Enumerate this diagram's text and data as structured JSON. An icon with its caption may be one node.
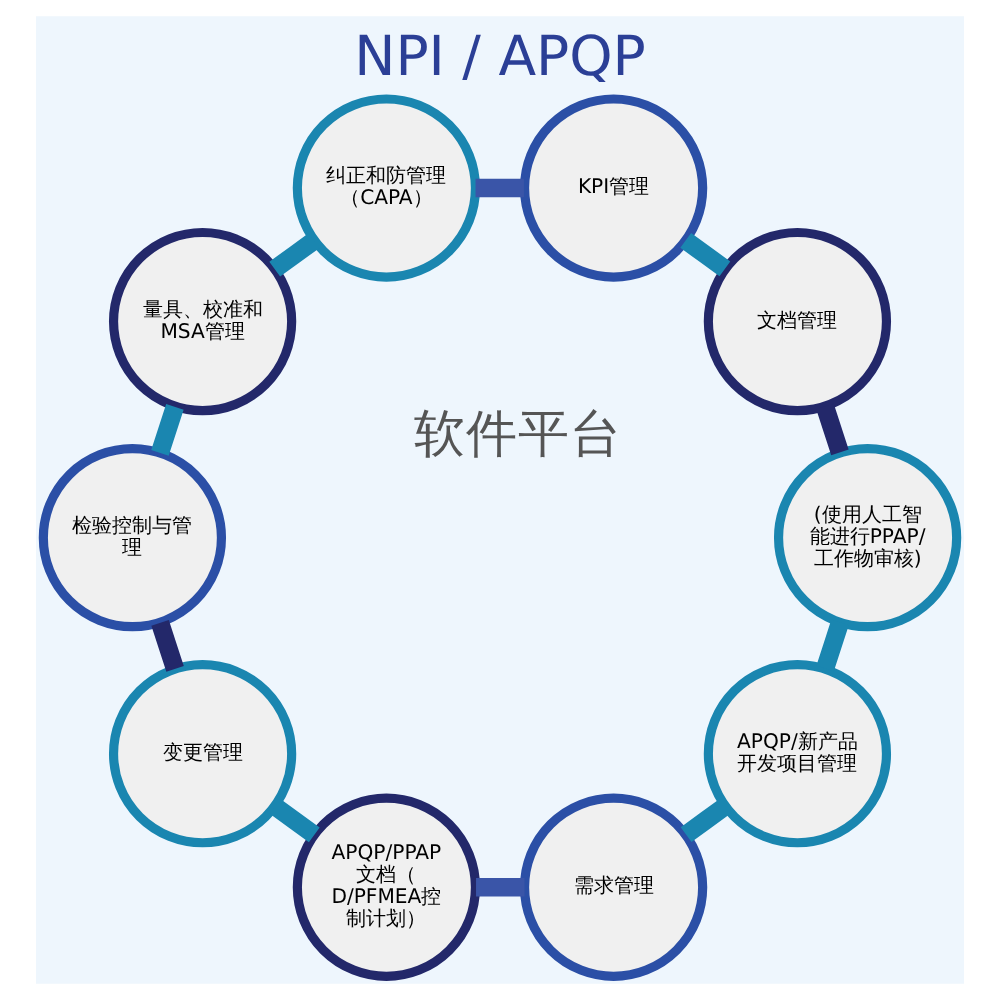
{
  "diagram": {
    "title": "NPI / APQP",
    "nodes": [
      {
        "text": [
          "APQP/新产品开发项目管理"
        ]
      },
      {
        "text": [
          "需求管理"
        ]
      },
      {
        "text": [
          "APQP/PPAP文档（D/PFMEA控制计划）"
        ]
      },
      {
        "text": [
          "变更管理"
        ]
      },
      {
        "text": [
          "检验控制与管理"
        ]
      },
      {
        "text": [
          "量具、校准和MSA管理"
        ]
      },
      {
        "text": [
          "纠正和防管理（CAPA）"
        ]
      },
      {
        "text": [
          "KPI管理"
        ]
      },
      {
        "text": [
          "文档管理"
        ]
      },
      {
        "text": [
          "(使用人工智能进行PPAP/工作物审核)"
        ]
      }
    ],
    "edges": [
      {
        "from": 0,
        "to": 1,
        "arrow": "none"
      },
      {
        "from": 1,
        "to": 2,
        "arrow": "none",
        "color": "#3a55a8"
      },
      {
        "from": 2,
        "to": 3,
        "arrow": "none"
      },
      {
        "from": 3,
        "to": 4,
        "arrow": "none",
        "color": "#23286a"
      },
      {
        "from": 4,
        "to": 5,
        "arrow": "none"
      },
      {
        "from": 5,
        "to": 6,
        "arrow": "none"
      },
      {
        "from": 6,
        "to": 7,
        "arrow": "none",
        "color": "#3a55a8"
      },
      {
        "from": 7,
        "to": 8,
        "arrow": "none"
      },
      {
        "from": 8,
        "to": 9,
        "arrow": "none",
        "color": "#23286a"
      },
      {
        "from": 9,
        "to": 0,
        "arrow": "none"
      }
    ],
    "labels": [
      "软件平台"
    ]
  }
}
